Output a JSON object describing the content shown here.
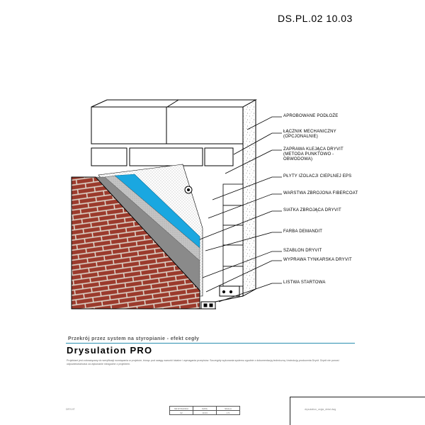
{
  "drawing_code": "DS.PL.02 10.03",
  "labels": [
    "APROBOWANE PODŁOŻE",
    "ŁĄCZNIK MECHANICZNY\n(OPCJONALNIE)",
    "ZAPRAWA KLEJĄCA DRYVIT\n(METODA PUNKTOWO -\nOBWODOWA)",
    "PŁYTY IZOLACJI CIEPLNEJ EPS",
    "WARSTWA ZBROJONA FIBERCOAT",
    "SIATKA ZBROJĄCA DRYVIT",
    "FARBA DEMANDIT",
    "SZABLON DRYVIT",
    "WYPRAWA TYNKARSKA DRYVIT",
    "LISTWA STARTOWA"
  ],
  "subtitle": "Przekrój przez system na styropianie - efekt cegły",
  "title": "Drysulation PRO",
  "description": "Projektant jest zobowiązany do weryfikacji rozwiązania w projekcie, biorąc pod uwagę warunki lokalne i wymagania przepisów. Szczegóły wykonania systemu zgodnie z dokumentacją techniczną i instrukcją producenta Dryvit. Dryvit nie ponosi odpowiedzialności za wykonanie niezgodne z projektem.",
  "footer_left": "DRYVIT",
  "footer_right": "drysulation_cegla_detal.dwg",
  "title_block": {
    "headers": [
      "NR RYSUNKU",
      "DATA",
      "SKALA"
    ],
    "values": [
      "02",
      "10.03",
      "1:5"
    ]
  },
  "colors": {
    "brick": "#9b3a2c",
    "mortar": "#d9cfc4",
    "eps": "#1aa7e0",
    "render": "#8a8a8a",
    "leader": "#000000"
  }
}
